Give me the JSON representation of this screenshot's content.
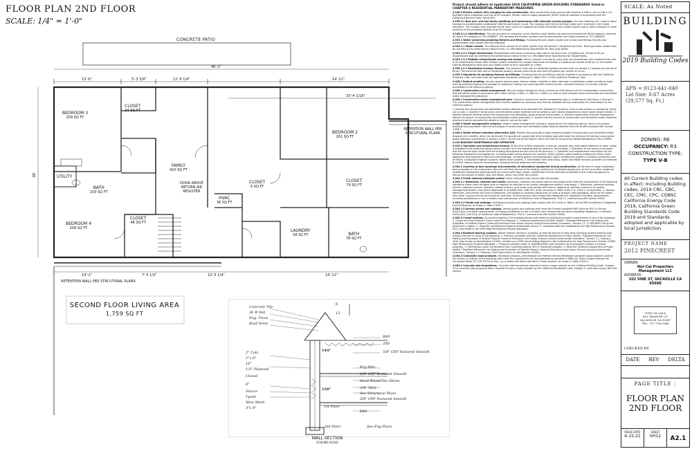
{
  "plan": {
    "title": "FLOOR PLAN 2ND FLOOR",
    "scale": "SCALE: 1/4\" = 1'-0\"",
    "patio": "CONCRETE PATIO",
    "dims": {
      "top_overall": "46'-2\"",
      "top_left": "13'-6\"",
      "top_mid1": "5'-3 3/4\"",
      "top_mid2": "12'-5 1/4\"",
      "top_right": "14'-11\"",
      "right_overall": "33'-4 1/16\"",
      "left_overall": "38'",
      "bottom_left": "14'-2\"",
      "bottom_mid1": "7'-5 1/2\"",
      "bottom_mid2": "12'-5 1/4\"",
      "bottom_right": "14'-11\""
    },
    "rooms": [
      {
        "name": "BEDROOM 3",
        "area": "209 SQ FT"
      },
      {
        "name": "CLOSET",
        "area": "24 SQ FT"
      },
      {
        "name": "BATH",
        "area": "100 SQ FT"
      },
      {
        "name": "FAMILY",
        "area": "420 SQ FT"
      },
      {
        "name": "BEDROOM 2",
        "area": "261 SQ FT"
      },
      {
        "name": "CLOSET",
        "area": "79 SQ FT"
      },
      {
        "name": "BEDROOM 4",
        "area": "209 SQ FT"
      },
      {
        "name": "CLOSET",
        "area": "48 SQ FT"
      },
      {
        "name": "LAUNDRY",
        "area": "58 SQ FT"
      },
      {
        "name": "BATH",
        "area": "78 SQ FT"
      },
      {
        "name": "HVAC",
        "area": "36 SQ FT"
      },
      {
        "name": "UTILITY",
        "area": ""
      },
      {
        "name": "CLOSET",
        "area": "6 SQ FT"
      }
    ],
    "door_note": "DOOR ABOVE RETURN AIR REGISTER",
    "retaining_top": "RETENTION WALL PER STRCUTURAL PLANS",
    "retaining_bottom": "RETENTION WALL PER STRCUTURAL PLANS",
    "living_title": "SECOND FLOOR LIVING AREA",
    "living_area": "1,759 SQ FT"
  },
  "wall_section": {
    "title": "WALL SECTION",
    "subtitle": "SCALING SCALE",
    "labels_left": [
      "Concrete Tile",
      "30 # Felt",
      "Eng. Truss",
      "Roof Vents",
      "2\" Cals",
      "2\"x 6\"",
      "16\"",
      "1/2\" Plywood",
      "Closed",
      "6\"",
      "Stucco",
      "Tyvek",
      "Wire Mesh",
      "3\"x 8\""
    ],
    "labels_right": [
      "R49",
      "2X6",
      "5/8\" GYP Textured Smooth",
      "Brg Mtls",
      "5/8\" GYP Textured Smooth",
      "Hard Wood/Tile /Stone",
      "3/4\" T&G",
      "See Structural Plans",
      "5/8\" GYP Textured Smooth",
      "R49",
      "See Eng Plans"
    ],
    "floors": [
      "1st Floor",
      "2nd Floor"
    ],
    "heights": [
      "144\"",
      "120\""
    ],
    "numbers": [
      "6",
      "12"
    ]
  },
  "notes": {
    "header": "Project should adhere to applicable 2019 CALIFORNIA GREEN BUILDING STANDARDS listed in CHAPTER 4 RESIDENTIAL MANDATORY MEASURES",
    "paragraphs": [
      {
        "lead": "4.106.4 Electric vehicle (EV) charging for new construction.",
        "text": "New construction shall comply with Sections 4.106.4.1 and 4.106.4.2 to facilitate future installation and use of EV chargers. Electric vehicle supply equipment (EVSE) shall be installed in accordance with the California Electrical Code, Article 625."
      },
      {
        "lead": "4.106.4.1 New one- and two-family dwellings and townhouses with attached private garages.",
        "text": "For each dwelling unit, install a listed raceway to accommodate a dedicated 208/240-volt branch circuit. The raceway shall not be less than trade size 1 (nominal 1-inch inside diameter). The raceway shall originate at the main service or subpanel and shall terminate into a listed cabinet, box or other enclosure in close proximity to the proposed location of an EV charger."
      },
      {
        "lead": "4.106.4.1.1 Identification.",
        "text": "The service panel or sub-panel circuit directory shall identify the overcurrent protective device space(s) reserved for future EV charging as \"EV CAPABLE\". The raceway termination location shall be permanently and visibly marked as \"EV CAPABLE\"."
      },
      {
        "lead": "4.303.1 Water conserving plumbing fixtures and fittings.",
        "text": "Plumbing fixtures (water closets and urinals) and fittings (faucets and showerheads) shall comply with the following:"
      },
      {
        "lead": "4.303.1.1 Water closets.",
        "text": "The effective flush volume of all water closets shall not exceed 1.28 gallons per flush. Tank-type water closets shall be certified to the performance criteria of the U.S. EPA WaterSense Specification for Tank-type Toilets."
      },
      {
        "lead": "4.303.1.3.1 Single showerhead.",
        "text": "Showerheads shall have a maximum flow rate of not more than 1.8 gallons per minute at 80 psi. Showerheads shall be certified to the performance criteria of the U.S. EPA WaterSense Specification for Showerheads."
      },
      {
        "lead": "4.303.1.3.2 Multiple showerheads serving one shower.",
        "text": "When a shower is served by more than one showerhead, the combined flow rate of all showerheads and/or other shower outlets controlled by a single valve shall not exceed 1.8 gallons per minute at 80 psi, or the shower shall be designed to allow only one shower outlet to be in operation at a time."
      },
      {
        "lead": "4.303.1.4.1 Residential lavatory faucets.",
        "text": "The maximum flow rate of residential lavatory faucets shall not exceed 1.2 gallons per minute at 60 psi. The minimum flow rate of residential lavatory faucets shall not be less than 0.8 gallons per minute at 20 psi."
      },
      {
        "lead": "4.303.2 Standards for plumbing fixtures and fittings.",
        "text": "Plumbing fixtures and fittings shall be installed in accordance with the California Plumbing Code, and shall meet the applicable standards referenced in Table 1701.1 of the California Plumbing Code."
      },
      {
        "lead": "4.406.1 Rodent proofing.",
        "text": "Annular spaces around pipes, electric cables, conduits or other openings in sole/bottom plates at exterior walls shall be protected against the passage of rodents by closing such openings with cement mortar, concrete masonry or a similar method acceptable to the enforcing agency."
      },
      {
        "lead": "4.408.1 Construction waste management.",
        "text": "Recycle and/or salvage for reuse a minimum of 65 percent of the nonhazardous construction and demolition waste in accordance with either Section 4.408.2, 4.408.3 or 4.408.4, or meet a more stringent local construction and demolition waste management ordinance."
      },
      {
        "lead": "4.408.2 Construction waste management plan.",
        "text": "Submit a construction waste management plan in conformance with Items 1 through 5. The construction waste management plan shall be updated as necessary and shall be available during construction for examination by the enforcing agency."
      },
      {
        "lead": "",
        "text": "1. Identify the construction and demolition waste materials to be diverted from disposal by recycling, reuse on the project or salvage for future use or sale. 2. Specify if construction and demolition waste materials will be sorted on-site (source-separated) or bulk mixed (single stream). 3. Identify diversion facilities where the construction and demolition waste material will be taken. 4. Identify construction methods employed to reduce the amount of construction and demolition waste generated. 5. Specify that the amount of construction and demolition waste materials diverted shall be calculated by weight or volume, but not by both."
      },
      {
        "lead": "4.408.3 Waste management company.",
        "text": "Utilize a waste management company, approved by the enforcing agency, which can provide verifiable documentation that the percentage of construction and demolition waste material diverted from the landfill complies with Section 4.408.1."
      },
      {
        "lead": "4.408.4 Waste stream reduction alternative [LR].",
        "text": "Projects that generate a total combined weight of construction and demolition waste disposed of in landfills, which do not exceed 3.4 pounds per square foot of the building area shall meet the minimum 65 percent construction waste reduction requirement in Section 4.408.1. At the end of the Project Owner will submit Construction Waste Management Plan (CWMP)."
      },
      {
        "lead": "4.410 BUILDING MAINTENANCE AND OPERATION",
        "text": ""
      },
      {
        "lead": "4.410.1 Operation and maintenance manual.",
        "text": "At the time of final inspection, a manual, compact disc, web-based reference or other media acceptable to the enforcing agency which includes all of the following shall be placed in the building: 1. Directions to the owner or occupant that the manual shall remain with the building throughout the life cycle of the structure. 2. Operation and maintenance instructions for the following: Equipment and appliances, including water-saving devices and systems, HVAC systems, water-heating systems and other major appliances and equipment; Roof and yard drainage, including gutters and downspouts; Space conditioning systems, including condensers and air filters; Landscape irrigation systems; Water reuse systems. 3. Information from local utility, water and waste recovery providers on methods to further reduce resource consumption, including recycle programs and locations."
      },
      {
        "lead": "4.504.1 Covering of duct openings and protection of mechanical equipment during construction.",
        "text": "At the time of rough installation, during storage on the construction site and until final startup of the heating, cooling and ventilating equipment, all duct and other related air distribution component openings shall be covered with tape, plastic, sheetmetal or other methods acceptable to the enforcing agency to reduce the amount of water, dust and debris, which may enter the system."
      },
      {
        "lead": "4.504.2 Finish material pollutant control.",
        "text": "Finish materials shall comply with this section."
      },
      {
        "lead": "4.504.2.1 Adhesives, sealants and caulks.",
        "text": "Adhesives, sealants and caulks used on the project shall meet the requirements of the following standards unless more stringent local or regional air pollution or air quality management district rules apply: 1. Adhesives, adhesive bonding primers, adhesive primers, sealants, sealant primers, and caulks shall comply with local or regional air pollution control or air quality management district rules where applicable or SCAQMD Rule 1168 VOC limits, as shown in Table 4.504.1 or 4.504.2, as applicable. 2. Aerosol adhesives, and smaller unit sizes of adhesives, and sealant or caulking compounds (in units of product, less packaging, which do not weigh more than 1 pound and do not consist of more than 16 fluid ounces) shall comply with statewide VOC standards and other requirements, including prohibitions on use of certain toxic compounds, of California Code of Regulations, Title 17, commencing with Section 94507."
      },
      {
        "lead": "4.504.2.2 Paints and coatings.",
        "text": "Architectural paints and coatings shall comply with VOC limits in Table 1 of the ARB Architectural Suggested Control Measure, as shown in Table 4.504.3."
      },
      {
        "lead": "4.504.2.3 Aerosol paints and coatings.",
        "text": "Aerosol paints and coatings shall meet the Product-weighted MIR Limits for ROC in Section 94522(a)(2) and other requirements, including prohibitions on use of certain toxic compounds and ozone depleting substances, in Sections 94522(e)(1) and (f)(1) of California Code of Regulations, Title 17, commencing with Section 94520."
      },
      {
        "lead": "4.504.3 Carpet systems.",
        "text": "All carpet installed in the building interior shall meet the testing and product requirements of one of the following: 1. Carpet and Rug Institute's Green Label Plus Program. 2. California Department of Public Health, \"Standard Method for the Testing and Evaluation of Volatile Organic Chemical Emissions from Indoor Sources Using Environmental Chambers,\" Version 1.2. 3. NSF/ANSI 140 at the Gold level or higher. 4. Scientific Certifications Systems Sustainable Choice. 5. Compliant with the Collaborative for High Performance Schools EQ2.2 and listed in the CHPS High Performance Product Database."
      },
      {
        "lead": "4.504.4 Resilient flooring systems.",
        "text": "Where resilient flooring is installed, at least 80 percent of floor area receiving resilient flooring shall comply with one or more of the following: 1. Products compliant with the California Department of Public Health, \"Standard Method for the Testing and Evaluation of Volatile Organic Chemical Emissions from Indoor Sources Using Environmental Chambers,\" Version 1.1, February 2010 (also known as Specification 01350), certified as a CHPS Low-Emitting Material in the Collaborative for High Performance Schools (CHPS) High Performance Products Database. 2. Products certified under UL GREENGUARD Gold (formerly the Greenguard Children & Schools program). 3. Certification under the Resilient Floor Covering Institute (RFCI) FloorScore program. 4. Meet the California Department of Public Health, \"Standard Method for the Testing and Evaluation of Volatile Organic Chemical Emissions from Indoor Sources Using Environmental Chambers,\" Version 1.1, February 2010 (also known as Specification 01350)."
      },
      {
        "lead": "4.504.5 Composite wood products.",
        "text": "Hardwood plywood, particleboard and medium density fiberboard composite wood products used on the interior or exterior of the buildings shall meet the requirements for formaldehyde as specified in ARB's Air Toxics Control Measure for Composite Wood (17 CCR 93120 et seq.), by or before the dates specified in those sections, as shown in Table 4.504.5."
      },
      {
        "lead": "4.505.2 Concrete slab foundations.",
        "text": "Concrete slab foundations required to have a vapor retarder by the California Building Code, Chapter 19 or concrete slab-on-ground floors required to have a vapor retarder by the California Residential Code, Chapter 5, shall also comply with this section."
      }
    ]
  },
  "title_block": {
    "scale_note": "SCALE: As Noted",
    "building": "BUILDING",
    "codes_badge": "2019 Building Codes",
    "apn": "APN = 0123-441-040",
    "lot_size": "Lot Size: 0.67 Acres",
    "lot_sqft": "(29,577 Sq. Ft.)",
    "zoning_label": "ZONING:",
    "zoning_value": "RE",
    "occupancy_label": "OCCUPANCY:",
    "occupancy_value": "R3",
    "construction_label": "CONSTRUCTION TYPE:",
    "construction_value": "TYPE V-B",
    "codes_text": "All Current Building codes in affect: Including Building codes, 2019 CRC, CBC, CEC, CMC, CPC, CGBSC California Energy Code 2019, California Green Building Standards Code 2019 and Standards adopted and applicable by local jurisdiction.",
    "project_label": "PROJECT NAME",
    "project_name": "2012 PINECREST",
    "owner_label": "OWNER:",
    "owner_name": "Nor-Cal Properties Management LLC",
    "address_label": "ADDRESS:",
    "address": "102 VINE ST, VACAVILLE CA 95688",
    "stamp_lines": [
      "TONY ALCALA",
      "615 GRANITE CT.",
      "VACAVILLE CA 95687",
      "TEL. 707-718-9148"
    ],
    "checked_by": "CHECKED BY:",
    "date_label": "DATE",
    "rev_label": "REV",
    "delta_label": "DELTA",
    "page_title_label": "PAGE TITLE :",
    "page_title_1": "FLOOR PLAN",
    "page_title_2": "2ND FLOOR",
    "issue_date_label": "ISSUE DATE",
    "issue_date": "6-15-21",
    "sheet_label": "SHEET",
    "sheet_no": "VH12",
    "page_no": "A2.1"
  }
}
